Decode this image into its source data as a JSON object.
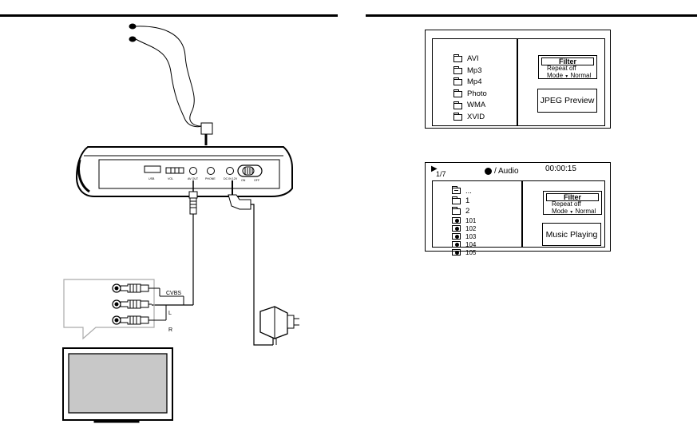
{
  "connection_diagram": {
    "labels": {
      "cvbs": "CVBS",
      "left": "L",
      "right": "R"
    },
    "device_labels": {
      "usb": "USB",
      "vol": "VOL",
      "av_out": "AV OUT",
      "phone": "PHONE",
      "dc_in": "DC IN 12V",
      "on": "ON",
      "off": "OFF"
    }
  },
  "screen1": {
    "folders": [
      "AVI",
      "Mp3",
      "Mp4",
      "Photo",
      "WMA",
      "XVID"
    ],
    "filter_label": "Filter",
    "repeat_label": "Repeat",
    "repeat_value": "off",
    "mode_label": "Mode",
    "mode_arrow": "▼",
    "mode_value": "Normal",
    "preview_label": "JPEG Preview"
  },
  "screen2": {
    "play_icon": "▶",
    "track": "1/7",
    "source": "/ Audio",
    "time": "00:00:15",
    "up_item": "...",
    "folders": [
      "1",
      "2"
    ],
    "tracks": [
      "101",
      "102",
      "103",
      "104",
      "105"
    ],
    "filter_label": "Filter",
    "repeat_label": "Repeat",
    "repeat_value": "off",
    "mode_label": "Mode",
    "mode_arrow": "▼",
    "mode_value": "Normal",
    "status_label": "Music Playing"
  }
}
